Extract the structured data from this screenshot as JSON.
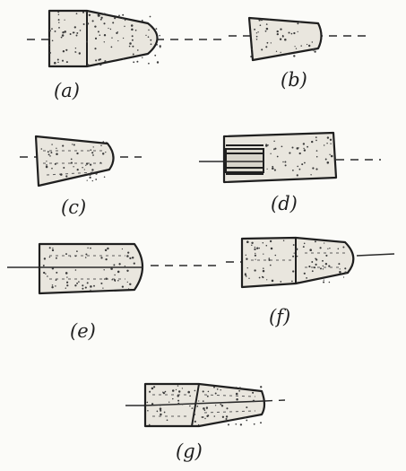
{
  "figure": {
    "panels": [
      {
        "id": "a",
        "label": "(a)",
        "shape": "cylinder-cone-rounded"
      },
      {
        "id": "b",
        "label": "(b)",
        "shape": "frustum"
      },
      {
        "id": "c",
        "label": "(c)",
        "shape": "frustum-rounded"
      },
      {
        "id": "d",
        "label": "(d)",
        "shape": "cylinder-with-bore"
      },
      {
        "id": "e",
        "label": "(e)",
        "shape": "cylinder-rounded-end"
      },
      {
        "id": "f",
        "label": "(f)",
        "shape": "cylinder-plus-frustum"
      },
      {
        "id": "g",
        "label": "(g)",
        "shape": "cylinder-plus-frustum-small"
      }
    ]
  }
}
